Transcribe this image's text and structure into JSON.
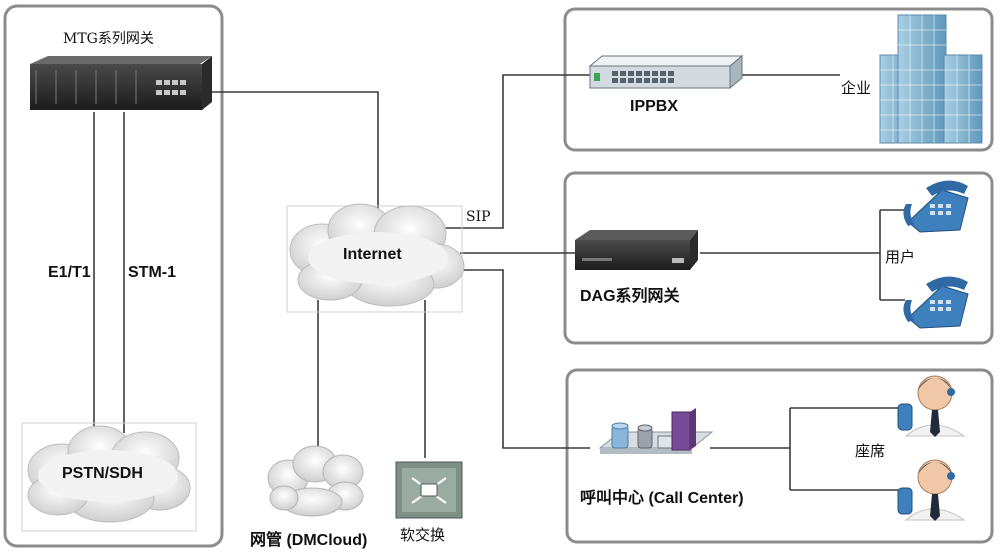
{
  "labels": {
    "mtg": "MTG系列网关",
    "e1t1": "E1/T1",
    "stm1": "STM-1",
    "pstn": "PSTN/SDH",
    "internet": "Internet",
    "sip": "SIP",
    "ippbx": "IPPBX",
    "enterprise": "企业",
    "dag": "DAG系列网关",
    "user": "用户",
    "callcenter": "呼叫中心 (Call Center)",
    "agent": "座席",
    "dmcloud": "网管 (DMCloud)",
    "softswitch": "软交换"
  },
  "colors": {
    "frame": "#8c8c8c",
    "line": "#3a3a3a",
    "cloud": "#dcdcdc",
    "building": "#7fb1cf",
    "switch": "#dfe6ea",
    "phone": "#3e7fbd"
  },
  "icons": [
    "gateway-rack-icon",
    "cloud-icon",
    "switch-icon",
    "building-icon",
    "gateway-box-icon",
    "phone-icon",
    "server-icon",
    "agent-icon",
    "softswitch-icon"
  ]
}
